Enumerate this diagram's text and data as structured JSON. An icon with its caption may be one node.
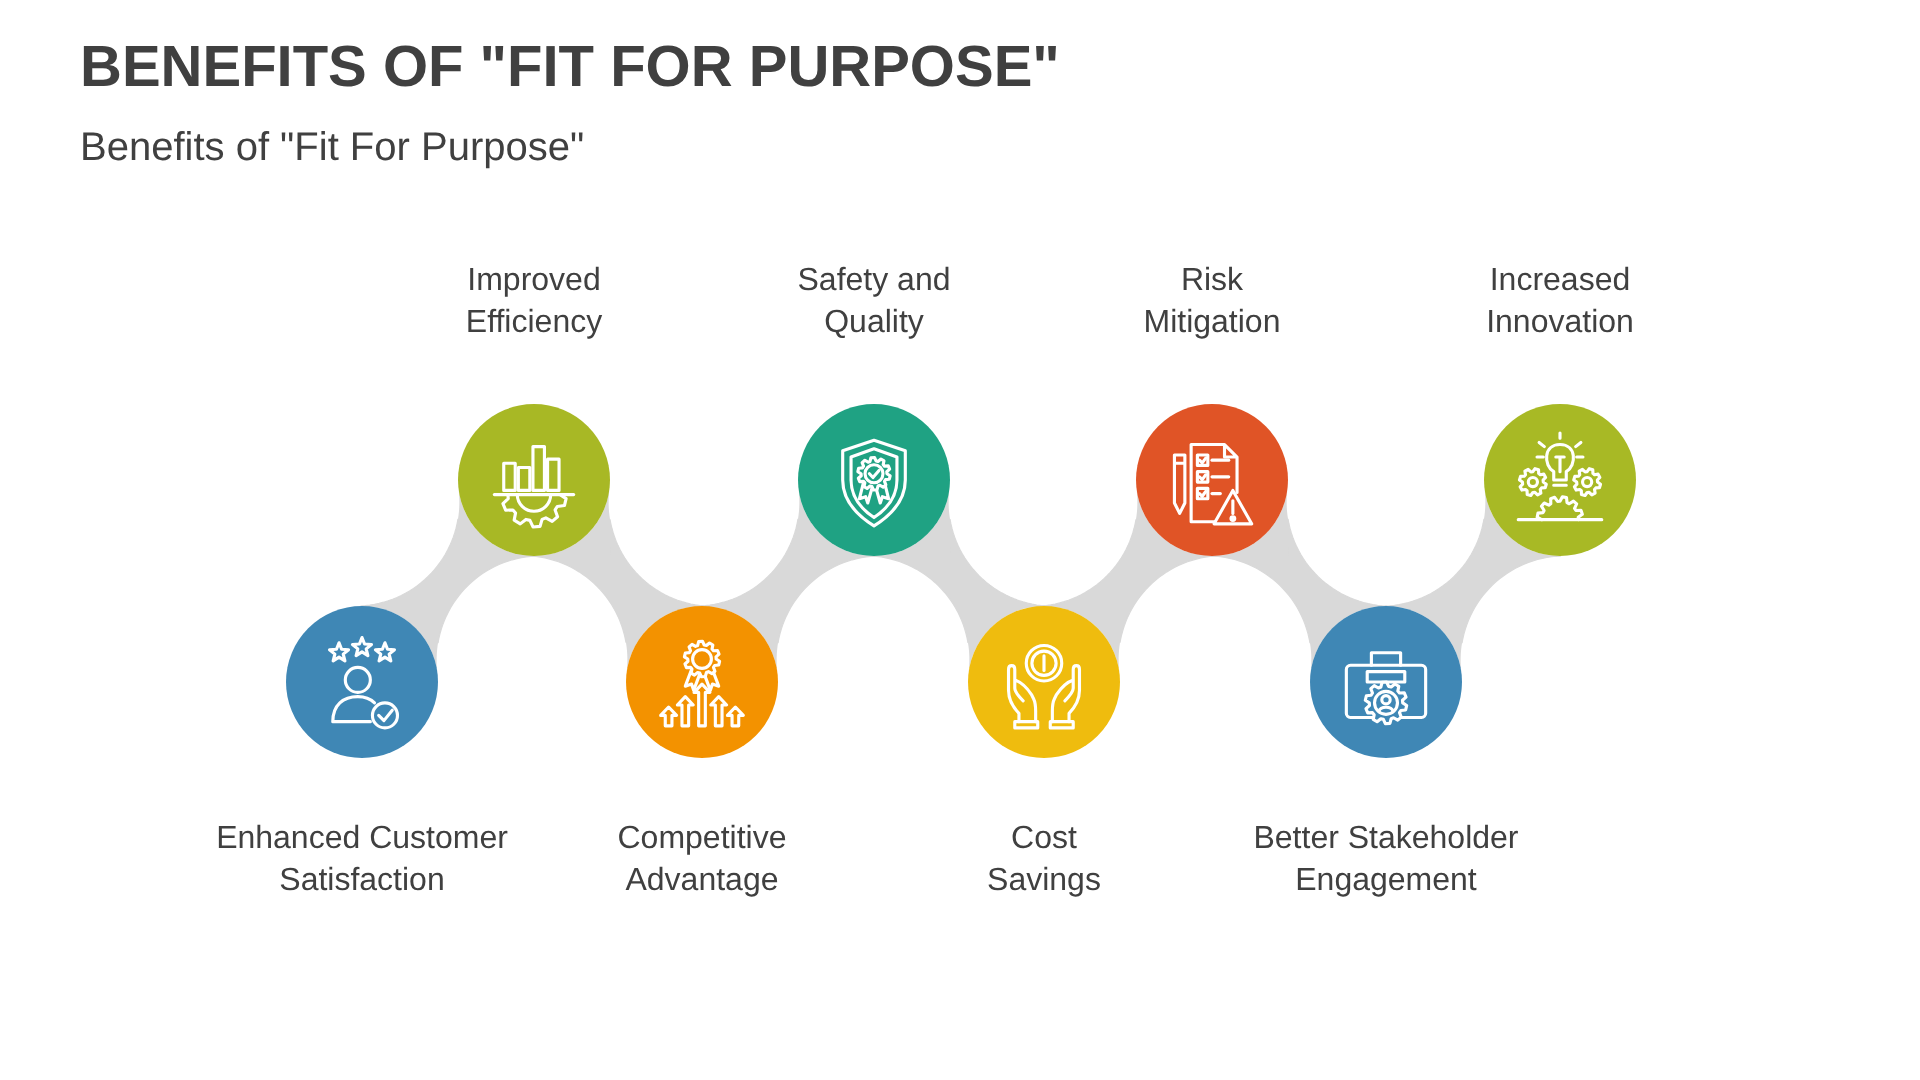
{
  "diagram": {
    "title": "BENEFITS OF \"FIT FOR PURPOSE\"",
    "nodes": [
      {
        "text": [
          "Enhanced Customer Satisfaction"
        ]
      },
      {
        "text": [
          "Improved Efficiency"
        ]
      },
      {
        "text": [
          "Competitive Advantage"
        ]
      },
      {
        "text": [
          "Safety and Quality"
        ]
      },
      {
        "text": [
          "Cost Savings"
        ]
      },
      {
        "text": [
          "Risk Mitigation"
        ]
      },
      {
        "text": [
          "Better Stakeholder Engagement"
        ]
      },
      {
        "text": [
          "Increased Innovation"
        ]
      }
    ],
    "edges": [
      {
        "from": 0,
        "to": 1,
        "arrow": "none"
      },
      {
        "from": 1,
        "to": 2,
        "arrow": "none"
      },
      {
        "from": 2,
        "to": 3,
        "arrow": "none"
      },
      {
        "from": 3,
        "to": 4,
        "arrow": "none"
      },
      {
        "from": 4,
        "to": 5,
        "arrow": "none"
      },
      {
        "from": 5,
        "to": 6,
        "arrow": "none"
      },
      {
        "from": 6,
        "to": 7,
        "arrow": "none"
      }
    ],
    "labels": [
      "Benefits of \"Fit For Purpose\""
    ]
  }
}
